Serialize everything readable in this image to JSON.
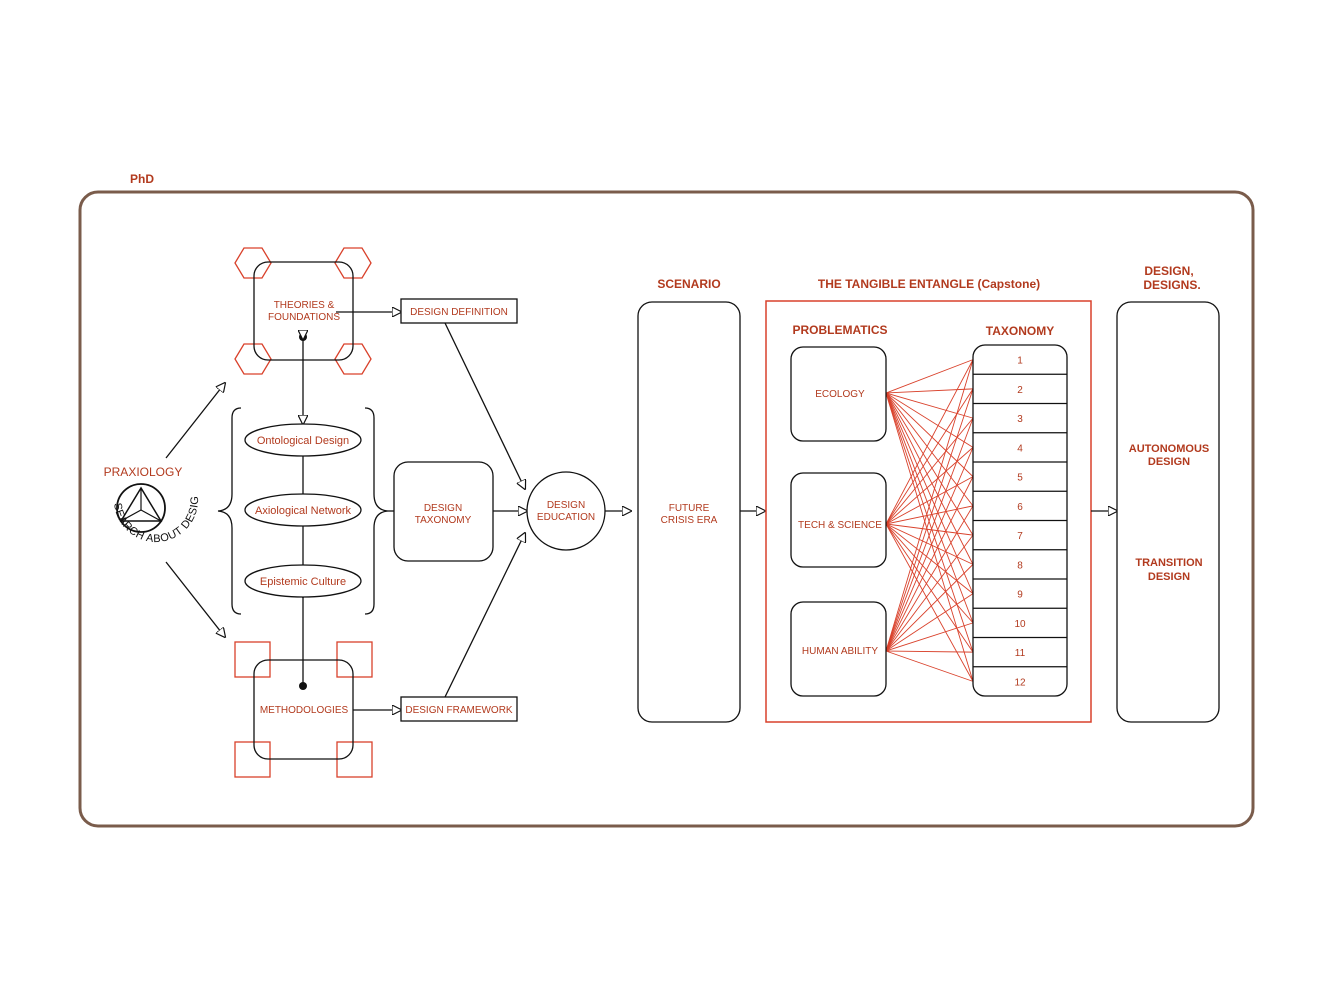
{
  "colors": {
    "frame": "#7A5C4B",
    "accent": "#B23A1E",
    "line": "#111111",
    "fan": "#D9412B"
  },
  "phd_label": "PhD",
  "praxiology": {
    "label": "PRAXIOLOGY",
    "ring_text": "RESEARCH ABOUT DESIGN",
    "icon": "triangle-in-circle-icon"
  },
  "theories": {
    "line1": "THEORIES &",
    "line2": "FOUNDATIONS"
  },
  "methodologies": {
    "label": "METHODOLOGIES"
  },
  "ellipses": [
    "Ontological Design",
    "Axiological Network",
    "Epistemic Culture"
  ],
  "design_definition": "DESIGN DEFINITION",
  "design_framework": "DESIGN FRAMEWORK",
  "design_taxonomy": {
    "line1": "DESIGN",
    "line2": "TAXONOMY"
  },
  "design_education": {
    "line1": "DESIGN",
    "line2": "EDUCATION"
  },
  "scenario": {
    "heading": "SCENARIO",
    "line1": "FUTURE",
    "line2": "CRISIS ERA"
  },
  "entangle": {
    "heading": "THE TANGIBLE ENTANGLE (Capstone)",
    "problematics_heading": "PROBLEMATICS",
    "taxonomy_heading": "TAXONOMY",
    "problematics": [
      "ECOLOGY",
      "TECH & SCIENCE",
      "HUMAN ABILITY"
    ],
    "taxonomy": [
      "1",
      "2",
      "3",
      "4",
      "5",
      "6",
      "7",
      "8",
      "9",
      "10",
      "11",
      "12"
    ]
  },
  "outcomes": {
    "heading_line1": "DESIGN,",
    "heading_line2": "DESIGNS.",
    "item1_line1": "AUTONOMOUS",
    "item1_line2": "DESIGN",
    "item2_line1": "TRANSITION",
    "item2_line2": "DESIGN"
  }
}
